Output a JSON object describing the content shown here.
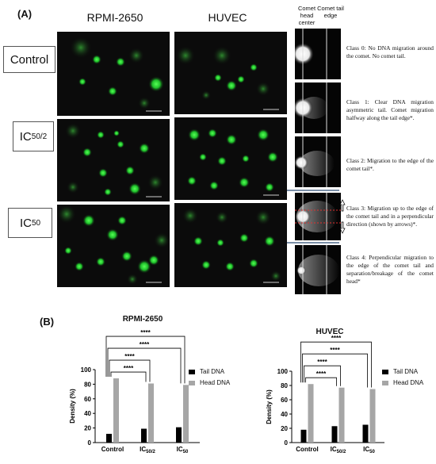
{
  "panel_a": {
    "label": "(A)",
    "columns": [
      "RPMI-2650",
      "HUVEC"
    ],
    "rows": [
      {
        "label": "Control",
        "sub": ""
      },
      {
        "label": "IC",
        "sub": "50/2"
      },
      {
        "label": "IC",
        "sub": "50"
      }
    ],
    "comet_headers": [
      "Comet head center",
      "Comet tail edge"
    ],
    "classes": [
      "Class 0: No DNA migration around the comet. No comet tail.",
      "Class 1: Clear DNA migration asymmetric tail. Comet migration halfway along the tail edge*.",
      "Class 2: Migration to the edge of the comet tail*.",
      "Class 3: Migration up to the edge of the comet tail and in a perpendicular direction (shown by arrows)*.",
      "Class 4: Perpendicular migration to the edge of the comet tail and separation/breakage of the comet head*"
    ]
  },
  "panel_b": {
    "label": "(B)",
    "significance": "****",
    "legend": [
      "Tail DNA",
      "Head DNA"
    ]
  },
  "chart_data": [
    {
      "type": "bar",
      "title": "RPMI-2650",
      "categories": [
        "Control",
        "IC50/2",
        "IC50"
      ],
      "ylabel": "Density (%)",
      "ylim": [
        0,
        100
      ],
      "yticks": [
        0,
        20,
        40,
        60,
        80,
        100
      ],
      "series": [
        {
          "name": "Tail DNA",
          "color": "#000000",
          "values": [
            12,
            19,
            21
          ]
        },
        {
          "name": "Head DNA",
          "color": "#a6a6a6",
          "values": [
            88,
            81,
            79
          ]
        }
      ],
      "comparisons": [
        "****",
        "****",
        "****",
        "****"
      ]
    },
    {
      "type": "bar",
      "title": "HUVEC",
      "categories": [
        "Control",
        "IC50/2",
        "IC50"
      ],
      "ylabel": "Density (%)",
      "ylim": [
        0,
        100
      ],
      "yticks": [
        0,
        20,
        40,
        60,
        80,
        100
      ],
      "series": [
        {
          "name": "Tail DNA",
          "color": "#000000",
          "values": [
            18,
            23,
            25
          ]
        },
        {
          "name": "Head DNA",
          "color": "#a6a6a6",
          "values": [
            82,
            77,
            75
          ]
        }
      ],
      "comparisons": [
        "****",
        "****",
        "****",
        "****"
      ]
    }
  ]
}
